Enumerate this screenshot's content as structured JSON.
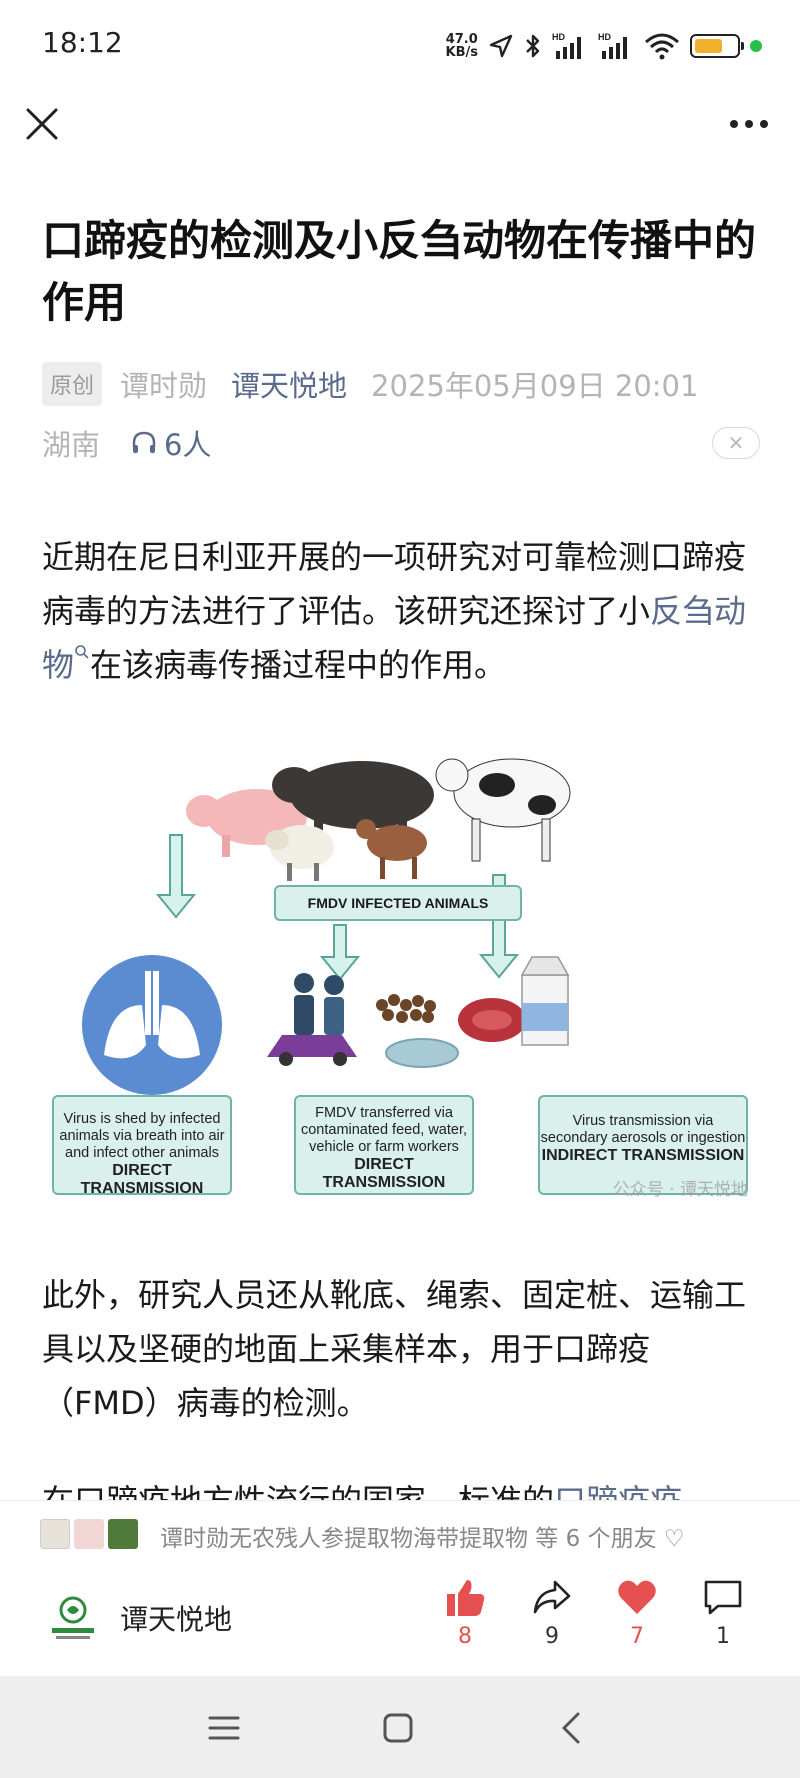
{
  "status_bar": {
    "time": "18:12",
    "net_speed_value": "47.0",
    "net_speed_unit": "KB/s",
    "battery_level": 0.7,
    "icons": [
      "location-icon",
      "bluetooth-icon",
      "signal-hd-icon",
      "signal-hd-icon",
      "wifi-icon",
      "battery-icon"
    ]
  },
  "nav": {
    "close_icon": "close-icon",
    "more_icon": "more-icon"
  },
  "article": {
    "title": "口蹄疫的检测及小反刍动物在传播中的作用",
    "original_tag": "原创",
    "author": "谭时勋",
    "account": "谭天悦地",
    "datetime": "2025年05月09日 20:01",
    "region": "湖南",
    "listen_count": "6人",
    "para1_before": "近期在尼日利亚开展的一项研究对可靠检测口蹄疫病毒的方法进行了评估。该研究还探讨了小",
    "para1_link": "反刍动物",
    "para1_after": "在该病毒传播过程中的作用。",
    "para2": "此外，研究人员还从靴底、绳索、固定桩、运输工具以及坚硬的地面上采集样本，用于口蹄疫（FMD）病毒的检测。",
    "para3_before": "在口蹄疫地方性流行的国家，标准的",
    "para3_link": "口蹄疫疫"
  },
  "figure": {
    "center_label": "FMDV INFECTED ANIMALS",
    "box1_text": "Virus is shed by infected animals via breath into air and infect other animals",
    "box1_title": "DIRECT TRANSMISSION",
    "box2_text": "FMDV transferred via contaminated feed, water, vehicle or farm workers",
    "box2_title": "DIRECT TRANSMISSION",
    "box3_text": "Virus transmission via secondary aerosols or ingestion",
    "box3_title": "INDIRECT TRANSMISSION",
    "watermark": "公众号 · 谭天悦地"
  },
  "friends_bar": {
    "text": "谭时勋无农残人参提取物海带提取物 等 6 个朋友"
  },
  "actions": {
    "account_name": "谭天悦地",
    "like_count": "8",
    "share_count": "9",
    "favorite_count": "7",
    "comment_count": "1"
  },
  "colors": {
    "link": "#5a6b8c",
    "like_red": "#e55050",
    "figure_box": "#d9f0ec",
    "figure_border": "#6fb3a9"
  }
}
